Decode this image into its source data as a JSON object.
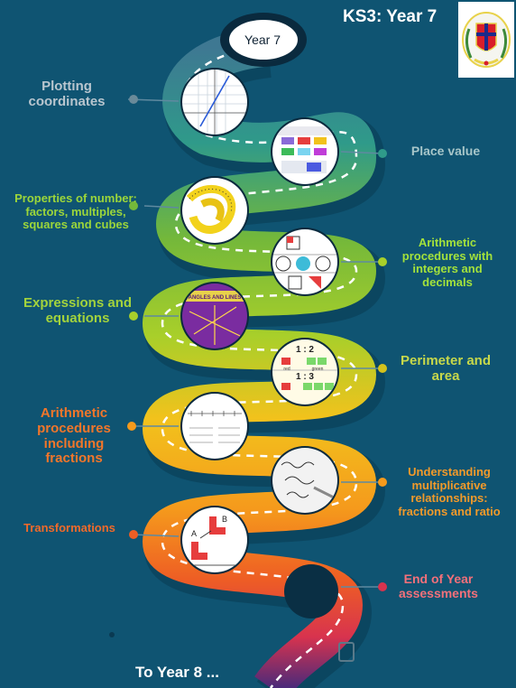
{
  "header": {
    "title": "KS3: Year 7",
    "start_label": "Year 7",
    "footer": "To Year 8 ..."
  },
  "topics": [
    {
      "label": "Plotting coordinates",
      "side": "left",
      "color": "#b9c6cf"
    },
    {
      "label": "Place value",
      "side": "right",
      "color": "#a7c6c9"
    },
    {
      "label": "Properties of number: factors, multiples, squares and cubes",
      "side": "left",
      "color": "#9cd63a"
    },
    {
      "label": "Arithmetic procedures with integers and decimals",
      "side": "right",
      "color": "#a4e23b"
    },
    {
      "label": "Expressions and equations",
      "side": "left",
      "color": "#a3d33c"
    },
    {
      "label": "Perimeter and area",
      "side": "right",
      "color": "#c7d84a"
    },
    {
      "label": "Arithmetic procedures including fractions",
      "side": "left",
      "color": "#f2762a"
    },
    {
      "label": "Understanding multiplicative relationships: fractions and ratio",
      "side": "right",
      "color": "#f29a2a"
    },
    {
      "label": "Transformations",
      "side": "left",
      "color": "#f06a2a"
    },
    {
      "label": "End of Year assessments",
      "side": "right",
      "color": "#f4707a"
    }
  ],
  "thumbnails": {
    "angles": "ANGLES AND LINES",
    "ratio_top": "1 : 2",
    "ratio_bottom": "1 : 3",
    "ratio_red": "red",
    "ratio_green": "green",
    "shape_a": "A",
    "shape_b": "B"
  }
}
